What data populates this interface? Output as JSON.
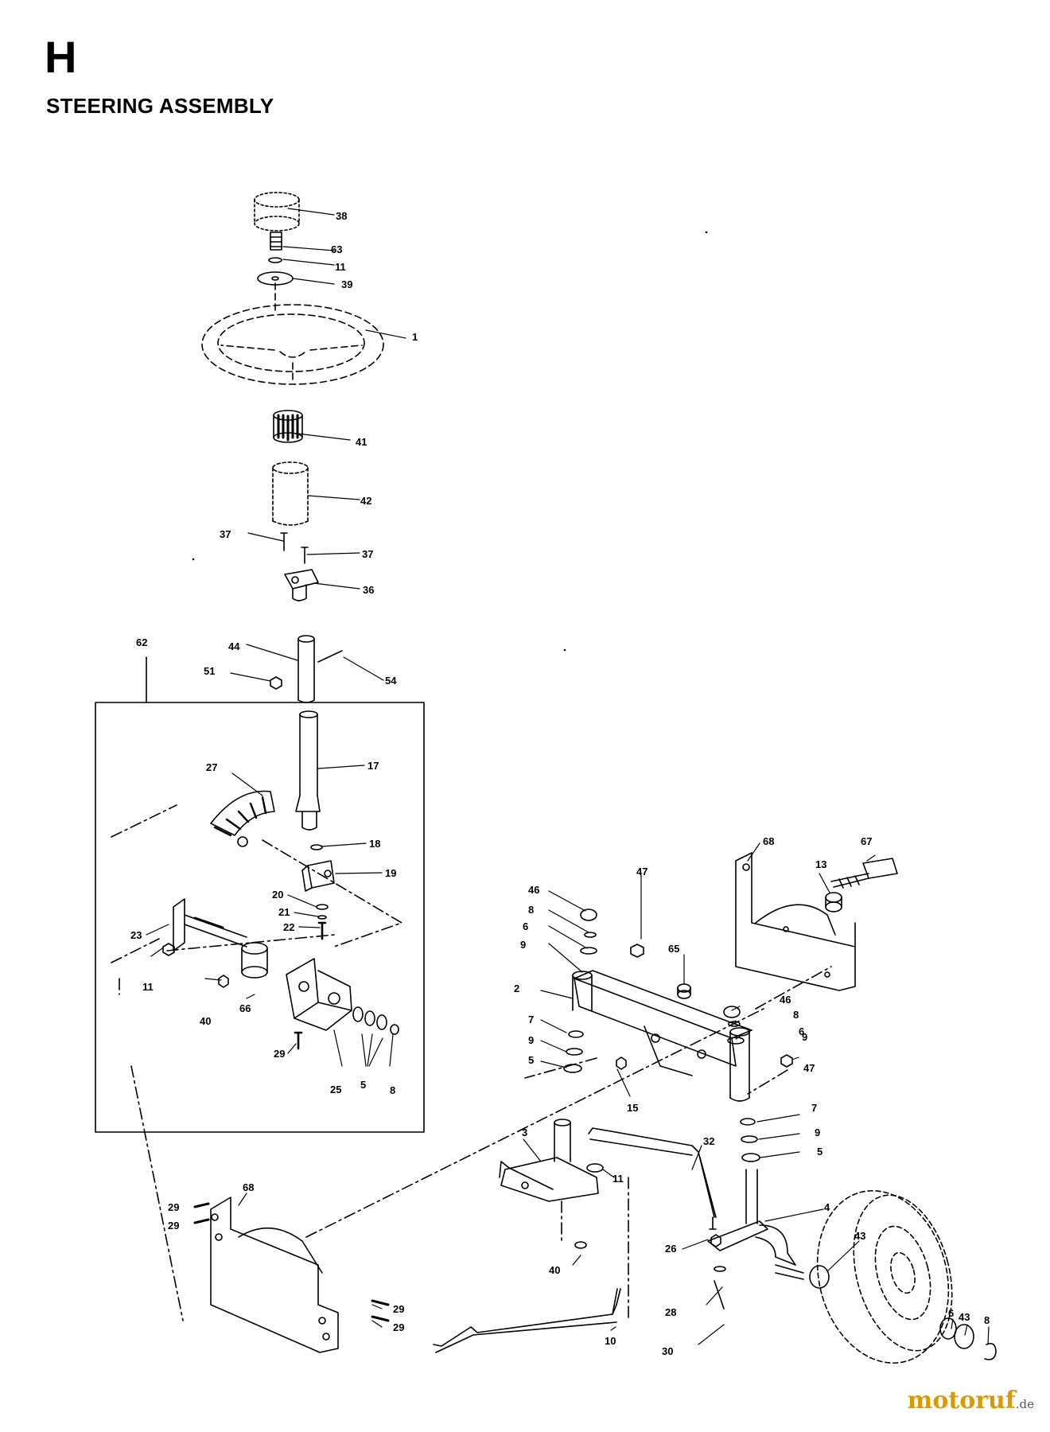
{
  "header": {
    "letter": "H",
    "title": "STEERING ASSEMBLY"
  },
  "callouts": [
    {
      "id": "c38a",
      "text": "38"
    },
    {
      "id": "c63",
      "text": "63"
    },
    {
      "id": "c11a",
      "text": "11"
    },
    {
      "id": "c39",
      "text": "39"
    },
    {
      "id": "c1",
      "text": "1"
    },
    {
      "id": "c41",
      "text": "41"
    },
    {
      "id": "c42",
      "text": "42"
    },
    {
      "id": "c37a",
      "text": "37"
    },
    {
      "id": "c37b",
      "text": "37"
    },
    {
      "id": "c36",
      "text": "36"
    },
    {
      "id": "c62",
      "text": "62"
    },
    {
      "id": "c44",
      "text": "44"
    },
    {
      "id": "c51",
      "text": "51"
    },
    {
      "id": "c54",
      "text": "54"
    },
    {
      "id": "c17",
      "text": "17"
    },
    {
      "id": "c27",
      "text": "27"
    },
    {
      "id": "c18",
      "text": "18"
    },
    {
      "id": "c19",
      "text": "19"
    },
    {
      "id": "c20",
      "text": "20"
    },
    {
      "id": "c21",
      "text": "21"
    },
    {
      "id": "c22",
      "text": "22"
    },
    {
      "id": "c23",
      "text": "23"
    },
    {
      "id": "c11b",
      "text": "11"
    },
    {
      "id": "c40a",
      "text": "40"
    },
    {
      "id": "c66",
      "text": "66"
    },
    {
      "id": "c29a",
      "text": "29"
    },
    {
      "id": "c25",
      "text": "25"
    },
    {
      "id": "c5a",
      "text": "5"
    },
    {
      "id": "c8a",
      "text": "8"
    },
    {
      "id": "c68a",
      "text": "68"
    },
    {
      "id": "c67",
      "text": "67"
    },
    {
      "id": "c13",
      "text": "13"
    },
    {
      "id": "c46a",
      "text": "46"
    },
    {
      "id": "c8b",
      "text": "8"
    },
    {
      "id": "c6a",
      "text": "6"
    },
    {
      "id": "c9a",
      "text": "9"
    },
    {
      "id": "c47a",
      "text": "47"
    },
    {
      "id": "c65",
      "text": "65"
    },
    {
      "id": "c2",
      "text": "2"
    },
    {
      "id": "c46b",
      "text": "46"
    },
    {
      "id": "c8c",
      "text": "8"
    },
    {
      "id": "c6b",
      "text": "6"
    },
    {
      "id": "c9b",
      "text": "9"
    },
    {
      "id": "c7a",
      "text": "7"
    },
    {
      "id": "c9c",
      "text": "9"
    },
    {
      "id": "c5b",
      "text": "5"
    },
    {
      "id": "c47b",
      "text": "47"
    },
    {
      "id": "c15",
      "text": "15"
    },
    {
      "id": "c7b",
      "text": "7"
    },
    {
      "id": "c9d",
      "text": "9"
    },
    {
      "id": "c5c",
      "text": "5"
    },
    {
      "id": "c3",
      "text": "3"
    },
    {
      "id": "c32",
      "text": "32"
    },
    {
      "id": "c11c",
      "text": "11"
    },
    {
      "id": "c4",
      "text": "4"
    },
    {
      "id": "c26",
      "text": "26"
    },
    {
      "id": "c43a",
      "text": "43"
    },
    {
      "id": "c68b",
      "text": "68"
    },
    {
      "id": "c29b",
      "text": "29"
    },
    {
      "id": "c29c",
      "text": "29"
    },
    {
      "id": "c40b",
      "text": "40"
    },
    {
      "id": "c28",
      "text": "28"
    },
    {
      "id": "c29d",
      "text": "29"
    },
    {
      "id": "c29e",
      "text": "29"
    },
    {
      "id": "c10",
      "text": "10"
    },
    {
      "id": "c30",
      "text": "30"
    },
    {
      "id": "c6c",
      "text": "6"
    },
    {
      "id": "c43b",
      "text": "43"
    },
    {
      "id": "c8d",
      "text": "8"
    }
  ],
  "watermark": {
    "name": "motoruf",
    "suffix": ".de"
  }
}
